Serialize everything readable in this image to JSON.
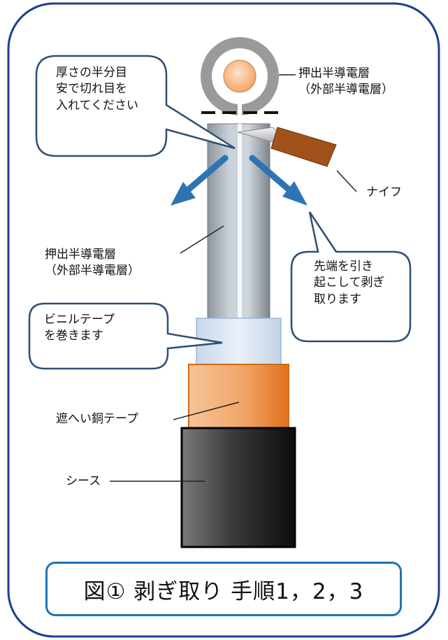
{
  "callouts": {
    "incision": "厚さの半分目\n安で切れ目を\n入れてください",
    "peel": "先端を引き\n起こして剥ぎ\n取ります",
    "vinyl": "ビニルテープ\nを巻きます"
  },
  "labels": {
    "top_layer": "押出半導電層\n（外部半導電層）",
    "middle_layer": "押出半導電層\n（外部半導電層）",
    "knife": "ナイフ",
    "copper_tape": "遮へい銅テープ",
    "sheath": "シース"
  },
  "caption": "図①  剥ぎ取り 手順1，2，3",
  "colors": {
    "frame": "#1a3f8f",
    "callout_border": "#2f4f73",
    "caption_border": "#1f73b7",
    "arrow": "#2e74b5",
    "copper": "#e9822d",
    "sheath": "#111111",
    "knife_handle": "#a0521a"
  }
}
